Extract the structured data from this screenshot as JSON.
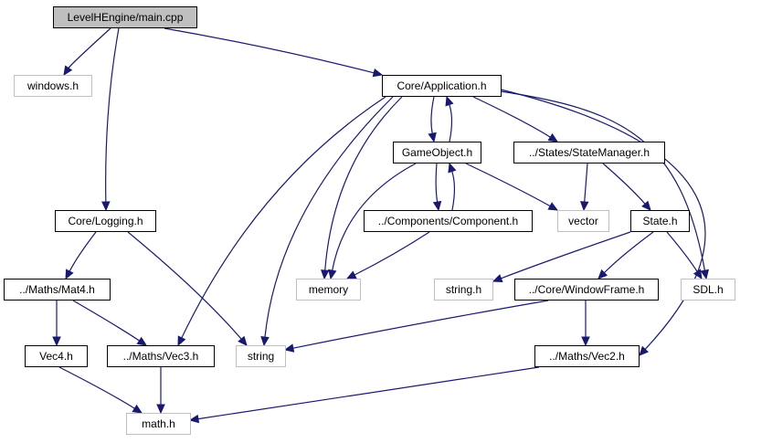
{
  "diagram": {
    "nodes": [
      {
        "id": "main",
        "label": "LevelHEngine/main.cpp",
        "kind": "root"
      },
      {
        "id": "windows",
        "label": "windows.h",
        "kind": "system"
      },
      {
        "id": "application",
        "label": "Core/Application.h",
        "kind": "local"
      },
      {
        "id": "gameobject",
        "label": "GameObject.h",
        "kind": "local"
      },
      {
        "id": "statemanager",
        "label": "../States/StateManager.h",
        "kind": "local"
      },
      {
        "id": "logging",
        "label": "Core/Logging.h",
        "kind": "local"
      },
      {
        "id": "component",
        "label": "../Components/Component.h",
        "kind": "local"
      },
      {
        "id": "vector",
        "label": "vector",
        "kind": "system"
      },
      {
        "id": "state",
        "label": "State.h",
        "kind": "local"
      },
      {
        "id": "mat4",
        "label": "../Maths/Mat4.h",
        "kind": "local"
      },
      {
        "id": "memory",
        "label": "memory",
        "kind": "system"
      },
      {
        "id": "stringh",
        "label": "string.h",
        "kind": "system"
      },
      {
        "id": "windowframe",
        "label": "../Core/WindowFrame.h",
        "kind": "local"
      },
      {
        "id": "sdl",
        "label": "SDL.h",
        "kind": "system"
      },
      {
        "id": "vec4",
        "label": "Vec4.h",
        "kind": "local"
      },
      {
        "id": "vec3",
        "label": "../Maths/Vec3.h",
        "kind": "local"
      },
      {
        "id": "string",
        "label": "string",
        "kind": "system"
      },
      {
        "id": "vec2",
        "label": "../Maths/Vec2.h",
        "kind": "local"
      },
      {
        "id": "math",
        "label": "math.h",
        "kind": "system"
      }
    ],
    "edges": [
      {
        "from": "main",
        "to": "windows"
      },
      {
        "from": "main",
        "to": "application"
      },
      {
        "from": "main",
        "to": "logging"
      },
      {
        "from": "application",
        "to": "gameobject"
      },
      {
        "from": "gameobject",
        "to": "application"
      },
      {
        "from": "application",
        "to": "statemanager"
      },
      {
        "from": "application",
        "to": "sdl"
      },
      {
        "from": "application",
        "to": "vec2"
      },
      {
        "from": "application",
        "to": "memory"
      },
      {
        "from": "application",
        "to": "string"
      },
      {
        "from": "application",
        "to": "vec3"
      },
      {
        "from": "gameobject",
        "to": "component"
      },
      {
        "from": "component",
        "to": "gameobject"
      },
      {
        "from": "gameobject",
        "to": "vector"
      },
      {
        "from": "gameobject",
        "to": "memory"
      },
      {
        "from": "component",
        "to": "memory"
      },
      {
        "from": "statemanager",
        "to": "vector"
      },
      {
        "from": "statemanager",
        "to": "state"
      },
      {
        "from": "state",
        "to": "stringh"
      },
      {
        "from": "state",
        "to": "windowframe"
      },
      {
        "from": "state",
        "to": "sdl"
      },
      {
        "from": "logging",
        "to": "mat4"
      },
      {
        "from": "logging",
        "to": "string"
      },
      {
        "from": "mat4",
        "to": "vec4"
      },
      {
        "from": "mat4",
        "to": "vec3"
      },
      {
        "from": "windowframe",
        "to": "string"
      },
      {
        "from": "windowframe",
        "to": "vec2"
      },
      {
        "from": "vec4",
        "to": "math"
      },
      {
        "from": "vec3",
        "to": "math"
      },
      {
        "from": "vec2",
        "to": "math"
      }
    ]
  },
  "colors": {
    "edge": "#191970",
    "root_fill": "#bfbfbf",
    "local_border": "#000000",
    "system_border": "#bfbfbf",
    "background": "#ffffff"
  }
}
